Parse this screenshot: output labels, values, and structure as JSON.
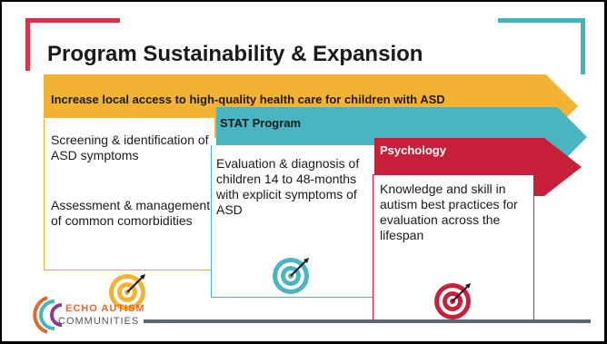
{
  "slide": {
    "title": "Program Sustainability & Expansion",
    "bands": [
      {
        "label": "Increase local access to high-quality health care for children with ASD",
        "color": "#f2b233"
      },
      {
        "label": "STAT Program",
        "color": "#4ab4c0"
      },
      {
        "label": "Psychology",
        "color": "#c8203a"
      }
    ],
    "panels": [
      {
        "items": [
          "Screening & identification of ASD symptoms",
          "Assessment & management of common comorbidities"
        ]
      },
      {
        "items": [
          "Evaluation & diagnosis of children 14 to 48-months with explicit symptoms of ASD"
        ]
      },
      {
        "items": [
          "Knowledge and skill in autism best practices for evaluation across the lifespan"
        ]
      }
    ],
    "icons": [
      "target-icon",
      "target-icon",
      "target-icon"
    ],
    "logo": {
      "line1": "ECHO AUTISM",
      "line2": "COMMUNITIES"
    },
    "colors": {
      "accent_red": "#d8334a",
      "accent_teal": "#3fb5bd",
      "footer_line": "#5c6670"
    }
  }
}
